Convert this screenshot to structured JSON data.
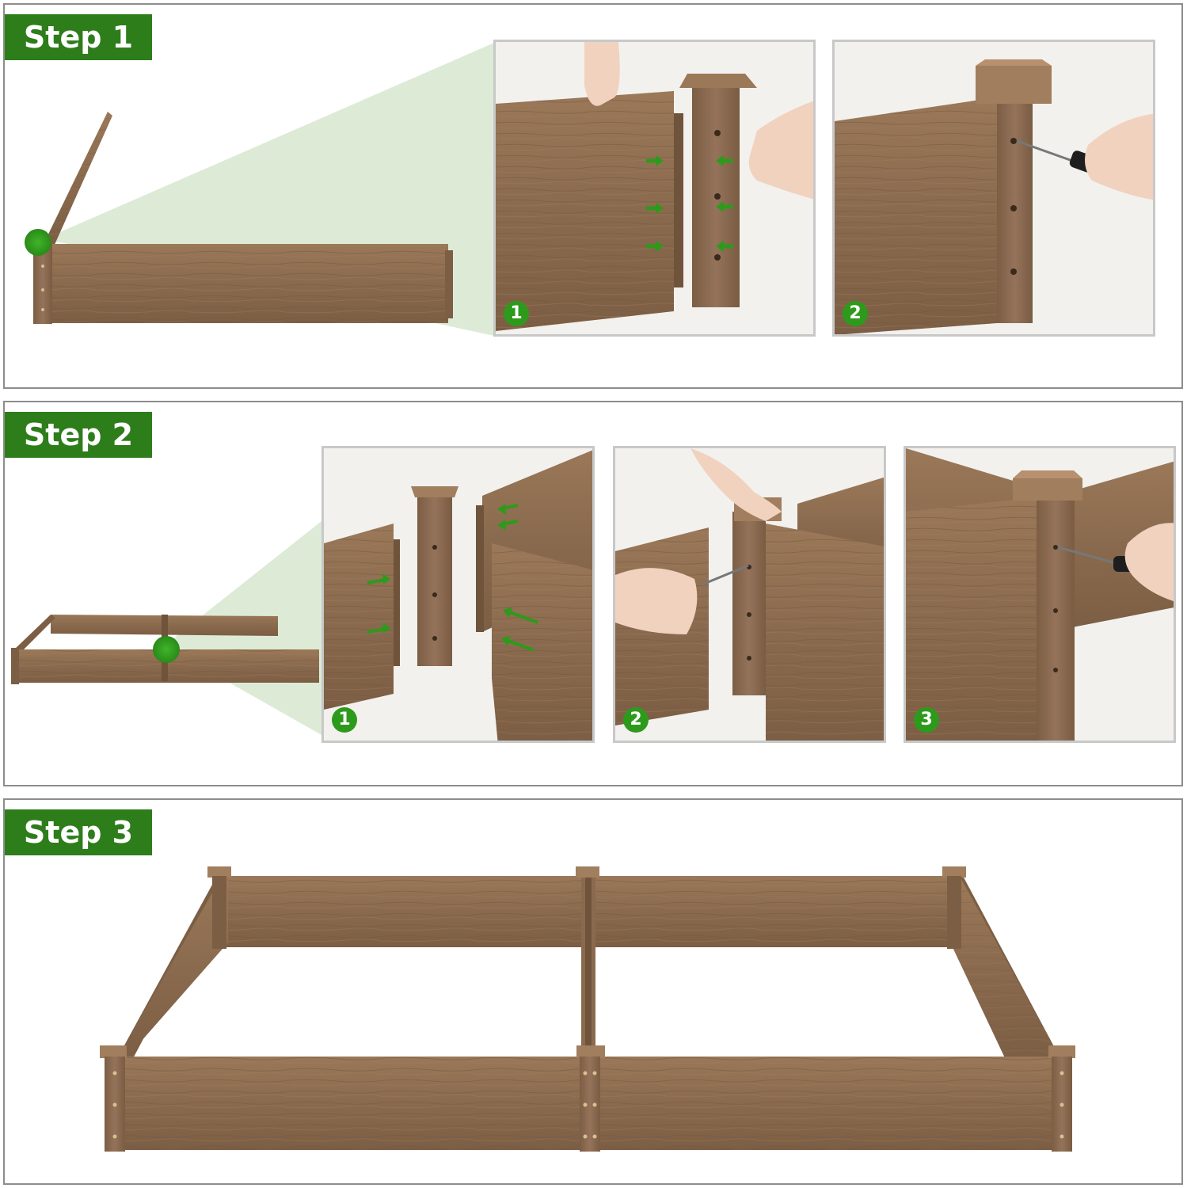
{
  "steps": [
    {
      "label": "Step 1",
      "panels": [
        {
          "number": "1"
        },
        {
          "number": "2"
        }
      ]
    },
    {
      "label": "Step 2",
      "panels": [
        {
          "number": "1"
        },
        {
          "number": "2"
        },
        {
          "number": "3"
        }
      ]
    },
    {
      "label": "Step 3"
    }
  ],
  "colors": {
    "accent_green": "#2e7d1b",
    "badge_green": "#2e9a1b",
    "wood": "#8a6a4e",
    "wood_dark": "#6e523b",
    "highlight_cone": "#d7e8cf",
    "border": "#8d8d8d"
  }
}
